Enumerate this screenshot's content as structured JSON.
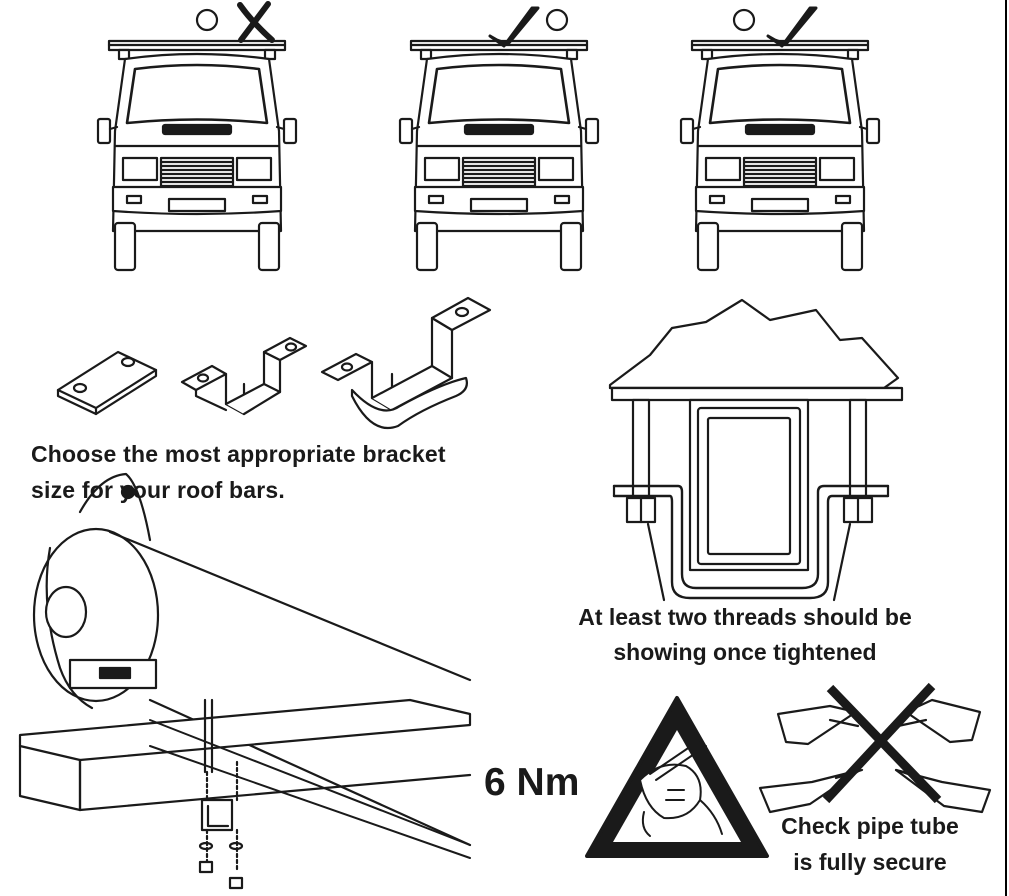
{
  "captions": {
    "bracket_size_line1": "Choose the most appropriate bracket",
    "bracket_size_line2": "size for your roof bars.",
    "threads_line1": "At least two threads should be",
    "threads_line2": "showing once tightened",
    "torque": "6 Nm",
    "pipe_line1": "Check pipe tube",
    "pipe_line2": "is fully secure"
  },
  "vehicles": [
    {
      "mark": "cross"
    },
    {
      "mark": "check"
    },
    {
      "mark": "check"
    }
  ],
  "icons": {
    "wrong_mark": "cross-mark-icon",
    "right_mark": "check-mark-icon",
    "warning": "warning-triangle-icon",
    "arrows_crossed": "crossed-arrows-icon"
  },
  "colors": {
    "line": "#1a1a1a",
    "background": "#ffffff"
  }
}
